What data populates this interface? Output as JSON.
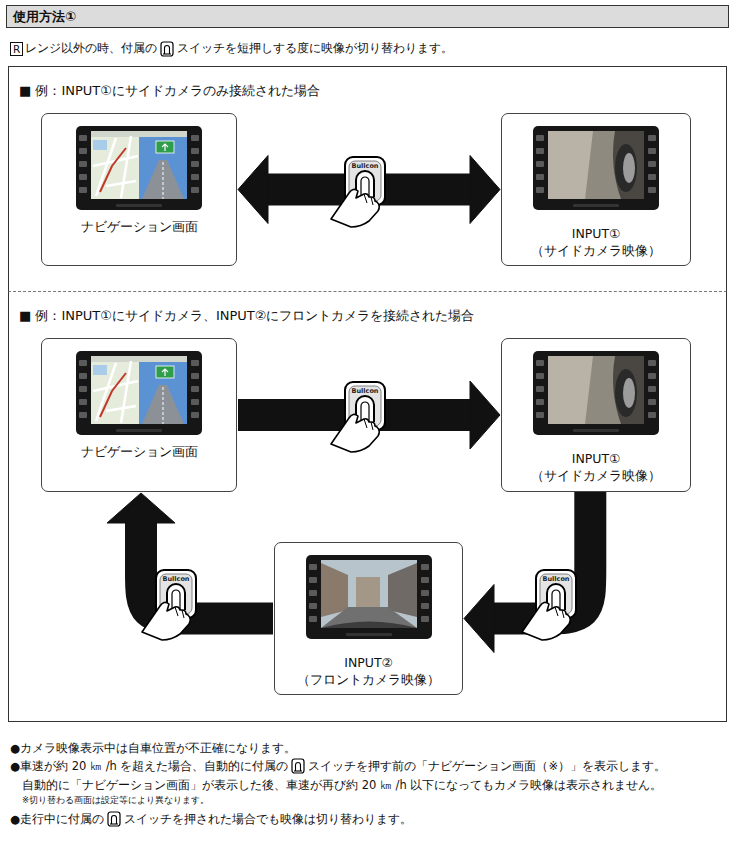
{
  "diagram": {
    "title": "使用方法①",
    "nodes": [
      {
        "text": [
          "■ 例：INPUT①にサイドカメラのみ接続された場合"
        ]
      },
      {
        "text": [
          "ナビゲーション画面"
        ],
        "in": 0
      },
      {
        "text": [
          "INPUT①",
          "（サイドカメラ映像）"
        ],
        "in": 0
      },
      {
        "text": [
          "■ 例：INPUT①にサイドカメラ、INPUT②にフロントカメラを接続された場合"
        ]
      },
      {
        "text": [
          "ナビゲーション画面"
        ],
        "in": 3
      },
      {
        "text": [
          "INPUT①",
          "（サイドカメラ映像）"
        ],
        "in": 3
      },
      {
        "text": [
          "INPUT②",
          "（フロントカメラ映像）"
        ],
        "in": 3
      }
    ],
    "edges": [
      {
        "from": 1,
        "to": 2,
        "arrow": "both"
      },
      {
        "from": 4,
        "to": 5,
        "arrow": "to"
      },
      {
        "from": 5,
        "to": 6,
        "arrow": "to"
      },
      {
        "from": 6,
        "to": 4,
        "arrow": "to"
      }
    ],
    "labels": [
      "R",
      "レンジ以外の時、付属の",
      "スイッチを短押しする度に映像が切り替わります。",
      "Bullcon",
      "Bullcon",
      "Bullcon",
      "Bullcon",
      "●カメラ映像表示中は自車位置が不正確になります。",
      "●車速が約 20 ㎞ /h を超えた場合、自動的に付属の",
      "スイッチを押す前の「ナビゲーション画面（※）」を表示します。",
      "自動的に「ナビゲーション画面」が表示した後、車速が再び約 20 ㎞ /h 以下になってもカメラ映像は表示されません。",
      "※切り替わる画面は設定等により異なります。",
      "●走行中に付属の",
      "スイッチを押された場合でも映像は切り替わります。"
    ]
  }
}
